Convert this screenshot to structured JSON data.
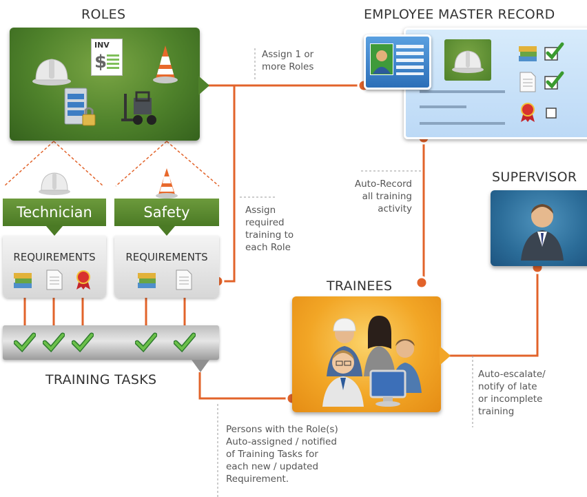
{
  "titles": {
    "roles": "ROLES",
    "employee_master": "EMPLOYEE MASTER RECORD",
    "supervisor": "SUPERVISOR",
    "trainees": "TRAINEES",
    "training_tasks": "TRAINING TASKS"
  },
  "roles": [
    {
      "label": "Technician",
      "requirements_label": "REQUIREMENTS",
      "icons": [
        "books-icon",
        "document-icon",
        "award-ribbon-icon"
      ]
    },
    {
      "label": "Safety",
      "requirements_label": "REQUIREMENTS",
      "icons": [
        "books-icon",
        "document-icon"
      ]
    }
  ],
  "notes": {
    "assign_roles": "Assign 1 or\nmore Roles",
    "assign_training": "Assign\nrequired\ntraining to\neach Role",
    "auto_record": "Auto-Record\nall training\nactivity",
    "auto_escalate": "Auto-escalate/\nnotify of late\nor incomplete\ntraining",
    "persons_with_role": "Persons with the Role(s)\nAuto-assigned / notified\nof Training Tasks for\neach new / updated\nRequirement."
  },
  "employee_record_items": [
    {
      "icon": "books-icon",
      "checked": true
    },
    {
      "icon": "document-icon",
      "checked": true
    },
    {
      "icon": "award-ribbon-icon",
      "checked": false
    }
  ],
  "roles_panel_icons": [
    "hard-hat-icon",
    "invoice-icon",
    "traffic-cone-icon",
    "server-lock-icon",
    "forklift-icon"
  ],
  "invoice_text": "INV",
  "training_task_checks": 5,
  "colors": {
    "connector": "#e2632a",
    "green_panel": "#4f822b",
    "orange_panel": "#f2a626",
    "blue_panel": "#bcd9f6",
    "supervisor_panel": "#2b6c98"
  }
}
